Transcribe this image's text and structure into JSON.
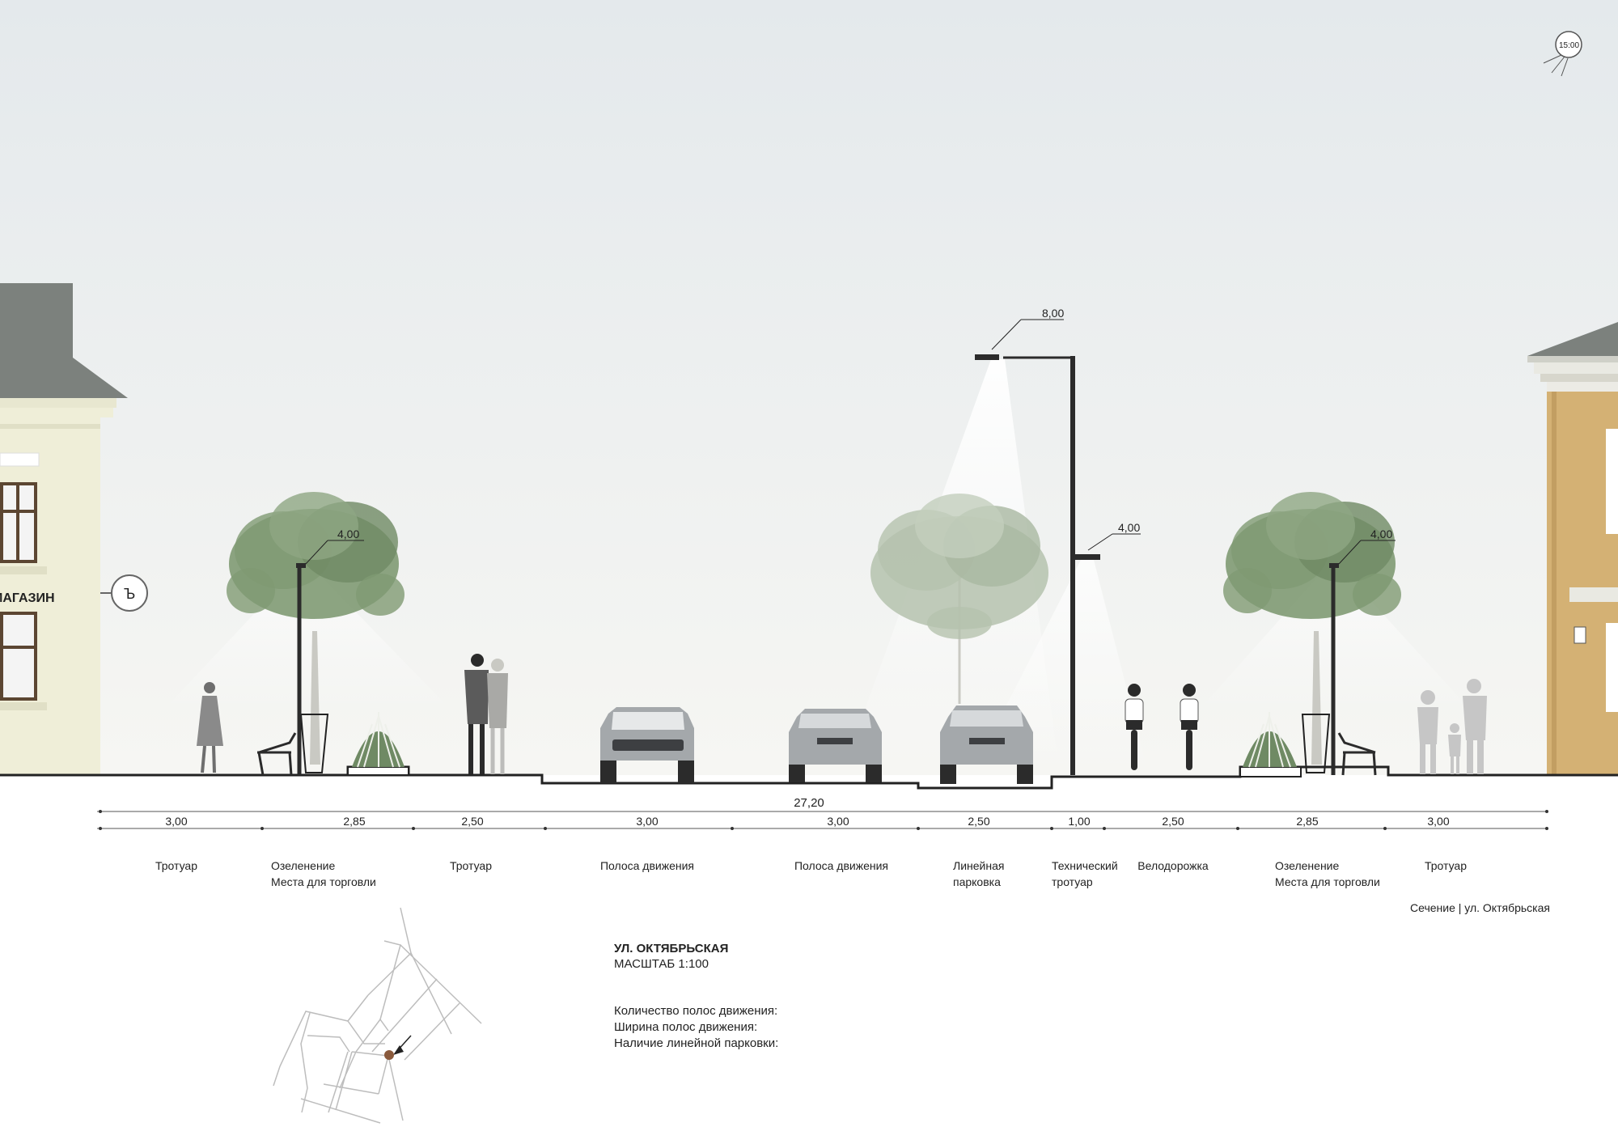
{
  "clock": "15:00",
  "shop_sign": "МАГАЗИН",
  "shop_symbol": "Ъ",
  "heights": {
    "main_lamp": "8,00",
    "side_lamp": "4,00",
    "left_tree_lamp": "4,00",
    "right_tree_lamp": "4,00"
  },
  "total_width": "27,20",
  "segments": [
    {
      "width": "3,00",
      "label1": "Тротуар",
      "label2": ""
    },
    {
      "width": "2,85",
      "label1": "Озеленение",
      "label2": "Места для торговли"
    },
    {
      "width": "2,50",
      "label1": "Тротуар",
      "label2": ""
    },
    {
      "width": "3,00",
      "label1": "Полоса движения",
      "label2": ""
    },
    {
      "width": "3,00",
      "label1": "Полоса движения",
      "label2": ""
    },
    {
      "width": "2,50",
      "label1": "Линейная",
      "label2": "парковка"
    },
    {
      "width": "1,00",
      "label1": "Технический",
      "label2": "тротуар"
    },
    {
      "width": "2,50",
      "label1": "Велодорожка",
      "label2": ""
    },
    {
      "width": "2,85",
      "label1": "Озеленение",
      "label2": "Места для торговли"
    },
    {
      "width": "3,00",
      "label1": "Тротуар",
      "label2": ""
    }
  ],
  "caption": "Сечение | ул. Октябрьская",
  "info": {
    "street": "УЛ. ОКТЯБРЬСКАЯ",
    "scale": "МАСШТАБ 1:100",
    "lanes_count": "Количество полос движения:",
    "lanes_width": "Ширина полос движения:",
    "parking": "Наличие линейной парковки:"
  },
  "colors": {
    "sky_top": "#e4e9ec",
    "sky_bottom": "#f6f6f3",
    "building_left": "#efeed8",
    "building_right": "#d4b174",
    "roof": "#7c817d",
    "tree": "#7f9a73",
    "tree_faded": "#b5c2ae",
    "car": "#a4a8ab",
    "pole": "#2b2b2b"
  }
}
